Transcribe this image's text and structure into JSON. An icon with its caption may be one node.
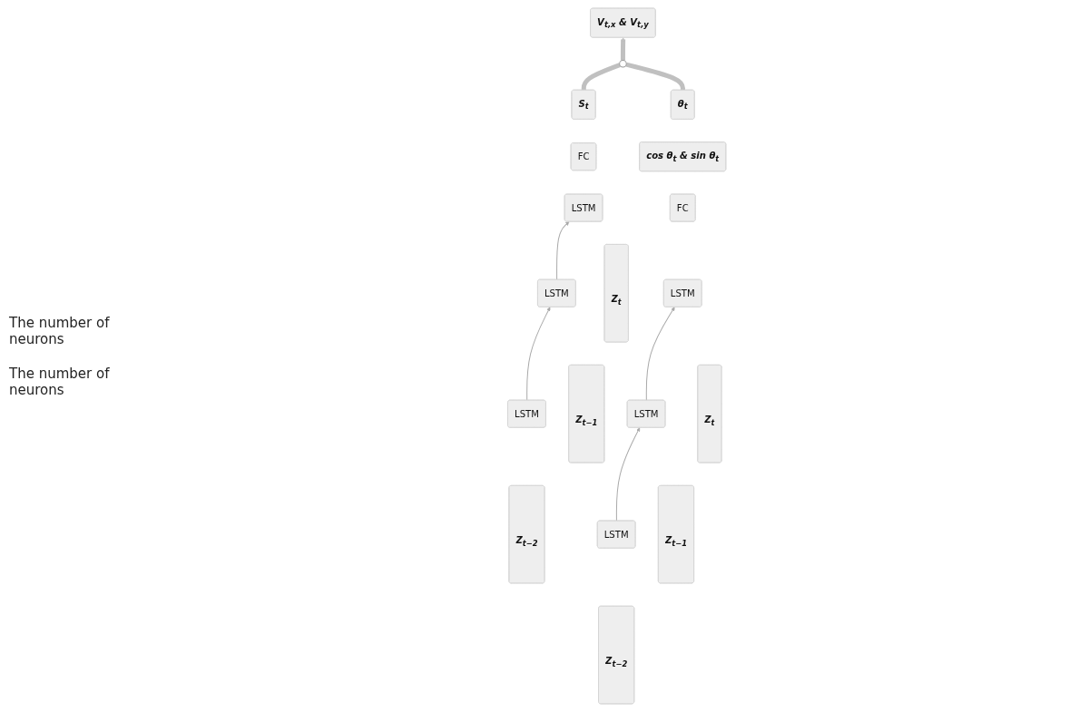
{
  "diagram": {
    "nodes": [
      {
        "text": [
          "V$_{t,x}$ & V$_{t,y}$"
        ]
      },
      {
        "text": [],
        "shape": "circle"
      },
      {
        "text": [
          "S$_{t}$"
        ]
      },
      {
        "text": [
          "θ$_{t}$"
        ]
      },
      {
        "text": [
          "cos θ$_{t}$ & sin θ$_{t}$"
        ]
      },
      {
        "text": [
          "FC"
        ]
      },
      {
        "text": [
          "FC"
        ]
      },
      {
        "text": [
          "LSTM"
        ]
      },
      {
        "text": [
          "LSTM"
        ]
      },
      {
        "text": [
          "LSTM"
        ]
      },
      {
        "text": [
          "LSTM"
        ]
      },
      {
        "text": [
          "LSTM"
        ]
      },
      {
        "text": [
          "LSTM"
        ]
      },
      {
        "text": [
          "Z$_{t−2}$"
        ]
      },
      {
        "text": [
          "Z$_{t−1}$"
        ]
      },
      {
        "text": [
          "Z$_{t}$"
        ]
      },
      {
        "text": [
          "Z$_{t−2}$"
        ]
      },
      {
        "text": [
          "Z$_{t−1}$"
        ]
      },
      {
        "text": [
          "Z$_{t}$"
        ]
      }
    ],
    "edges": [
      {
        "from": 2,
        "to": 1,
        "arrow": "none",
        "style": "thick",
        "color": "#c0c0c0"
      },
      {
        "from": 3,
        "to": 1,
        "arrow": "none",
        "style": "thick",
        "color": "#c0c0c0"
      },
      {
        "from": 1,
        "to": 0,
        "arrow": "to",
        "style": "thick",
        "color": "#c0c0c0"
      },
      {
        "from": 7,
        "to": 8,
        "arrow": "to"
      },
      {
        "from": 8,
        "to": 9,
        "arrow": "to"
      },
      {
        "from": 10,
        "to": 11,
        "arrow": "to"
      },
      {
        "from": 11,
        "to": 12,
        "arrow": "to"
      }
    ],
    "labels": [
      "The number of neurons",
      "The number of neurons"
    ]
  }
}
